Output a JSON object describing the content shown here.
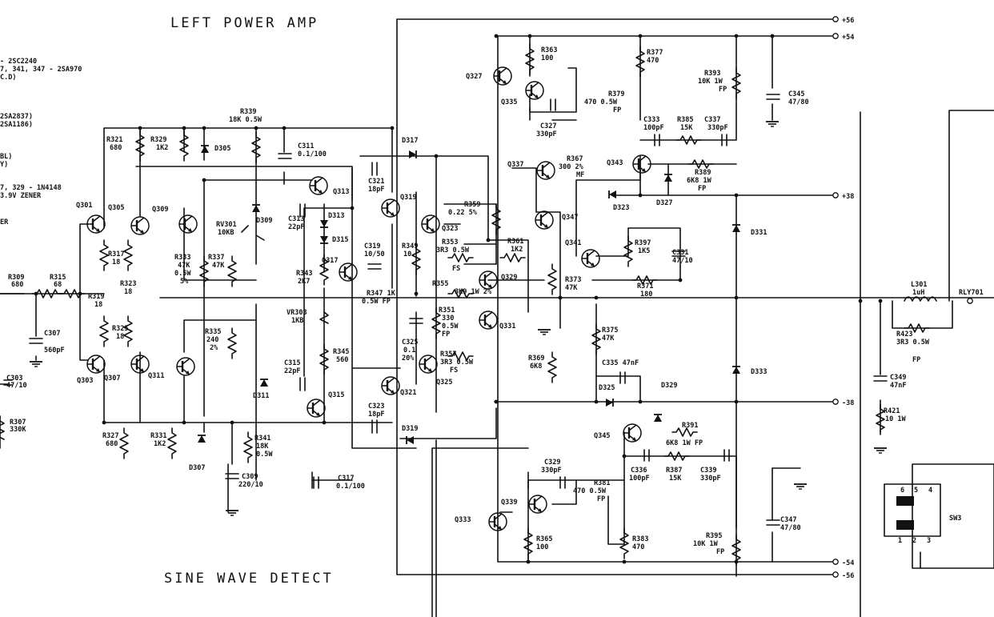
{
  "titles": {
    "left_power_amp": "LEFT POWER AMP",
    "sine_wave_detect": "SINE WAVE DETECT"
  },
  "notes": [
    {
      "key": "n1",
      "text": "- 2SC2240"
    },
    {
      "key": "n2",
      "text": "7, 341, 347 - 2SA970"
    },
    {
      "key": "n3",
      "text": "C.D)"
    },
    {
      "key": "n4",
      "text": "2SA2837)"
    },
    {
      "key": "n5",
      "text": "2SA1186)"
    },
    {
      "key": "n6",
      "text": "BL)"
    },
    {
      "key": "n7",
      "text": "Y)"
    },
    {
      "key": "n8",
      "text": "7, 329 - 1N4148"
    },
    {
      "key": "n9",
      "text": "3.9V ZENER"
    },
    {
      "key": "n10",
      "text": "ER"
    }
  ],
  "rails": [
    {
      "key": "r1",
      "label": "+56"
    },
    {
      "key": "r2",
      "label": "+54"
    },
    {
      "key": "r3",
      "label": "+38"
    },
    {
      "key": "r4",
      "label": "-38"
    },
    {
      "key": "r5",
      "label": "-54"
    },
    {
      "key": "r6",
      "label": "-56"
    }
  ],
  "labels": [
    {
      "key": "R339",
      "text": "R339"
    },
    {
      "key": "R339v",
      "text": "18K 0.5W"
    },
    {
      "key": "R321",
      "text": "R321"
    },
    {
      "key": "R321v",
      "text": "680"
    },
    {
      "key": "R329",
      "text": "R329"
    },
    {
      "key": "R329v",
      "text": "1K2"
    },
    {
      "key": "D305",
      "text": "D305"
    },
    {
      "key": "C311",
      "text": "C311"
    },
    {
      "key": "C311v",
      "text": "0.1/100"
    },
    {
      "key": "D317",
      "text": "D317"
    },
    {
      "key": "C321",
      "text": "C321"
    },
    {
      "key": "C321v",
      "text": "18pF"
    },
    {
      "key": "Q313",
      "text": "Q313"
    },
    {
      "key": "Q319",
      "text": "Q319"
    },
    {
      "key": "Q301",
      "text": "Q301"
    },
    {
      "key": "Q305",
      "text": "Q305"
    },
    {
      "key": "Q309",
      "text": "Q309"
    },
    {
      "key": "RV301",
      "text": "RV301"
    },
    {
      "key": "RV301v",
      "text": "10KB"
    },
    {
      "key": "D309",
      "text": "D309"
    },
    {
      "key": "C313",
      "text": "C313"
    },
    {
      "key": "C313v",
      "text": "22pF"
    },
    {
      "key": "D313",
      "text": "D313"
    },
    {
      "key": "D315",
      "text": "D315"
    },
    {
      "key": "R317",
      "text": "R317"
    },
    {
      "key": "R317v",
      "text": "18"
    },
    {
      "key": "R323",
      "text": "R323"
    },
    {
      "key": "R323v",
      "text": "18"
    },
    {
      "key": "R333",
      "text": "R333"
    },
    {
      "key": "R333v",
      "text": "47K"
    },
    {
      "key": "R333w",
      "text": "0.5W"
    },
    {
      "key": "R333p",
      "text": "5%"
    },
    {
      "key": "R337",
      "text": "R337"
    },
    {
      "key": "R337v",
      "text": "47K"
    },
    {
      "key": "R343",
      "text": "R343"
    },
    {
      "key": "R343v",
      "text": "2K7"
    },
    {
      "key": "Q317",
      "text": "Q317"
    },
    {
      "key": "C319",
      "text": "C319"
    },
    {
      "key": "C319v",
      "text": "10/50"
    },
    {
      "key": "R349",
      "text": "R349"
    },
    {
      "key": "R349v",
      "text": "10"
    },
    {
      "key": "R347",
      "text": "R347 1K"
    },
    {
      "key": "R347v",
      "text": "0.5W FP"
    },
    {
      "key": "R309",
      "text": "R309"
    },
    {
      "key": "R309v",
      "text": "680"
    },
    {
      "key": "R315",
      "text": "R315"
    },
    {
      "key": "R315v",
      "text": "68"
    },
    {
      "key": "R319",
      "text": "R319"
    },
    {
      "key": "R319v",
      "text": "18"
    },
    {
      "key": "C307",
      "text": "C307"
    },
    {
      "key": "C307v",
      "text": "560pF"
    },
    {
      "key": "R325",
      "text": "R325"
    },
    {
      "key": "R325v",
      "text": "18"
    },
    {
      "key": "VR303",
      "text": "VR303"
    },
    {
      "key": "VR303v",
      "text": "1KB"
    },
    {
      "key": "R335",
      "text": "R335"
    },
    {
      "key": "R335v",
      "text": "240"
    },
    {
      "key": "R335p",
      "text": "2%"
    },
    {
      "key": "R345",
      "text": "R345"
    },
    {
      "key": "R345v",
      "text": "560"
    },
    {
      "key": "C303",
      "text": "C303"
    },
    {
      "key": "C303v",
      "text": "47/10"
    },
    {
      "key": "Q303",
      "text": "Q303"
    },
    {
      "key": "Q307",
      "text": "Q307"
    },
    {
      "key": "Q311",
      "text": "Q311"
    },
    {
      "key": "C315",
      "text": "C315"
    },
    {
      "key": "C315v",
      "text": "22pF"
    },
    {
      "key": "D311",
      "text": "D311"
    },
    {
      "key": "Q315",
      "text": "Q315"
    },
    {
      "key": "C323",
      "text": "C323"
    },
    {
      "key": "C323v",
      "text": "18pF"
    },
    {
      "key": "Q321",
      "text": "Q321"
    },
    {
      "key": "D319",
      "text": "D319"
    },
    {
      "key": "R307",
      "text": "R307"
    },
    {
      "key": "R307v",
      "text": "330K"
    },
    {
      "key": "R327",
      "text": "R327"
    },
    {
      "key": "R327v",
      "text": "680"
    },
    {
      "key": "R331",
      "text": "R331"
    },
    {
      "key": "R331v",
      "text": "1K2"
    },
    {
      "key": "D307",
      "text": "D307"
    },
    {
      "key": "R341",
      "text": "R341"
    },
    {
      "key": "R341v",
      "text": "18K"
    },
    {
      "key": "R341w",
      "text": "0.5W"
    },
    {
      "key": "C309",
      "text": "C309"
    },
    {
      "key": "C309v",
      "text": "220/10"
    },
    {
      "key": "C317",
      "text": "C317"
    },
    {
      "key": "C317v",
      "text": "0.1/100"
    },
    {
      "key": "R363",
      "text": "R363"
    },
    {
      "key": "R363v",
      "text": "100"
    },
    {
      "key": "Q327",
      "text": "Q327"
    },
    {
      "key": "Q335",
      "text": "Q335"
    },
    {
      "key": "C327",
      "text": "C327"
    },
    {
      "key": "C327v",
      "text": "330pF"
    },
    {
      "key": "R377",
      "text": "R377"
    },
    {
      "key": "R377v",
      "text": "470"
    },
    {
      "key": "R379",
      "text": "R379"
    },
    {
      "key": "R379v",
      "text": "470  0.5W"
    },
    {
      "key": "R379p",
      "text": "FP"
    },
    {
      "key": "R393",
      "text": "R393"
    },
    {
      "key": "R393v",
      "text": "10K 1W"
    },
    {
      "key": "R393p",
      "text": "FP"
    },
    {
      "key": "C345",
      "text": "C345"
    },
    {
      "key": "C345v",
      "text": "47/80"
    },
    {
      "key": "C333",
      "text": "C333"
    },
    {
      "key": "C333v",
      "text": "100pF"
    },
    {
      "key": "R385",
      "text": "R385"
    },
    {
      "key": "R385v",
      "text": "15K"
    },
    {
      "key": "C337",
      "text": "C337"
    },
    {
      "key": "C337v",
      "text": "330pF"
    },
    {
      "key": "Q337",
      "text": "Q337"
    },
    {
      "key": "R367",
      "text": "R367"
    },
    {
      "key": "R367v",
      "text": "300  2%"
    },
    {
      "key": "R367p",
      "text": "MF"
    },
    {
      "key": "Q343",
      "text": "Q343"
    },
    {
      "key": "R389",
      "text": "R389"
    },
    {
      "key": "R389v",
      "text": "6K8 1W"
    },
    {
      "key": "R389p",
      "text": "FP"
    },
    {
      "key": "D323",
      "text": "D323"
    },
    {
      "key": "D327",
      "text": "D327"
    },
    {
      "key": "R359",
      "text": "R359"
    },
    {
      "key": "R359v",
      "text": "0.22 5%"
    },
    {
      "key": "Q323",
      "text": "Q323"
    },
    {
      "key": "Q347",
      "text": "Q347"
    },
    {
      "key": "D331",
      "text": "D331"
    },
    {
      "key": "R353",
      "text": "R353"
    },
    {
      "key": "R353v",
      "text": "3R3 0.5W"
    },
    {
      "key": "R353p",
      "text": "FS"
    },
    {
      "key": "R361",
      "text": "R361"
    },
    {
      "key": "R361v",
      "text": "1K2"
    },
    {
      "key": "Q341",
      "text": "Q341"
    },
    {
      "key": "R397",
      "text": "R397"
    },
    {
      "key": "R397v",
      "text": "1K5"
    },
    {
      "key": "C331",
      "text": "C331"
    },
    {
      "key": "C331v",
      "text": "47/10"
    },
    {
      "key": "Q329",
      "text": "Q329"
    },
    {
      "key": "R355",
      "text": "R355"
    },
    {
      "key": "R355v",
      "text": "3K9 1W 2%"
    },
    {
      "key": "R373",
      "text": "R373"
    },
    {
      "key": "R373v",
      "text": "47K"
    },
    {
      "key": "R371",
      "text": "R371"
    },
    {
      "key": "R371v",
      "text": "180"
    },
    {
      "key": "L301",
      "text": "L301"
    },
    {
      "key": "L301v",
      "text": "1uH"
    },
    {
      "key": "RLY701",
      "text": "RLY701"
    },
    {
      "key": "R351",
      "text": "R351"
    },
    {
      "key": "R351v",
      "text": "330"
    },
    {
      "key": "R351w",
      "text": "0.5W"
    },
    {
      "key": "R351p",
      "text": "FP"
    },
    {
      "key": "Q331",
      "text": "Q331"
    },
    {
      "key": "R375",
      "text": "R375"
    },
    {
      "key": "R375v",
      "text": "47K"
    },
    {
      "key": "R423",
      "text": "R423"
    },
    {
      "key": "R423v",
      "text": "3R3 0.5W"
    },
    {
      "key": "R423p",
      "text": "FP"
    },
    {
      "key": "C325",
      "text": "C325"
    },
    {
      "key": "C325v",
      "text": "0.1"
    },
    {
      "key": "C325p",
      "text": "20%"
    },
    {
      "key": "R357",
      "text": "R357"
    },
    {
      "key": "R357v",
      "text": "3R3 0.5W"
    },
    {
      "key": "R357p",
      "text": "FS"
    },
    {
      "key": "Q325",
      "text": "Q325"
    },
    {
      "key": "R369",
      "text": "R369"
    },
    {
      "key": "R369v",
      "text": "6K8"
    },
    {
      "key": "C335",
      "text": "C335 47nF"
    },
    {
      "key": "D333",
      "text": "D333"
    },
    {
      "key": "D325",
      "text": "D325"
    },
    {
      "key": "D329",
      "text": "D329"
    },
    {
      "key": "C349",
      "text": "C349"
    },
    {
      "key": "C349v",
      "text": "47nF"
    },
    {
      "key": "R421",
      "text": "R421"
    },
    {
      "key": "R421v",
      "text": "10 1W"
    },
    {
      "key": "R391",
      "text": "R391"
    },
    {
      "key": "Q345",
      "text": "Q345"
    },
    {
      "key": "R391v",
      "text": "6K8 1W FP"
    },
    {
      "key": "C329",
      "text": "C329"
    },
    {
      "key": "C329v",
      "text": "330pF"
    },
    {
      "key": "C336",
      "text": "C336"
    },
    {
      "key": "C336v",
      "text": "100pF"
    },
    {
      "key": "R387",
      "text": "R387"
    },
    {
      "key": "R387v",
      "text": "15K"
    },
    {
      "key": "C339",
      "text": "C339"
    },
    {
      "key": "C339v",
      "text": "330pF"
    },
    {
      "key": "Q339",
      "text": "Q339"
    },
    {
      "key": "R381",
      "text": "R381"
    },
    {
      "key": "R381v",
      "text": "470  0.5W"
    },
    {
      "key": "R381p",
      "text": "FP"
    },
    {
      "key": "Q333",
      "text": "Q333"
    },
    {
      "key": "R365",
      "text": "R365"
    },
    {
      "key": "R365v",
      "text": "100"
    },
    {
      "key": "R383",
      "text": "R383"
    },
    {
      "key": "R383v",
      "text": "470"
    },
    {
      "key": "R395",
      "text": "R395"
    },
    {
      "key": "R395v",
      "text": "10K 1W"
    },
    {
      "key": "R395p",
      "text": "FP"
    },
    {
      "key": "C347",
      "text": "C347"
    },
    {
      "key": "C347v",
      "text": "47/80"
    },
    {
      "key": "SW3",
      "text": "SW3"
    },
    {
      "key": "SW3_6",
      "text": "6"
    },
    {
      "key": "SW3_5",
      "text": "5"
    },
    {
      "key": "SW3_4",
      "text": "4"
    },
    {
      "key": "SW3_1",
      "text": "1"
    },
    {
      "key": "SW3_2",
      "text": "2"
    },
    {
      "key": "SW3_3",
      "text": "3"
    }
  ]
}
